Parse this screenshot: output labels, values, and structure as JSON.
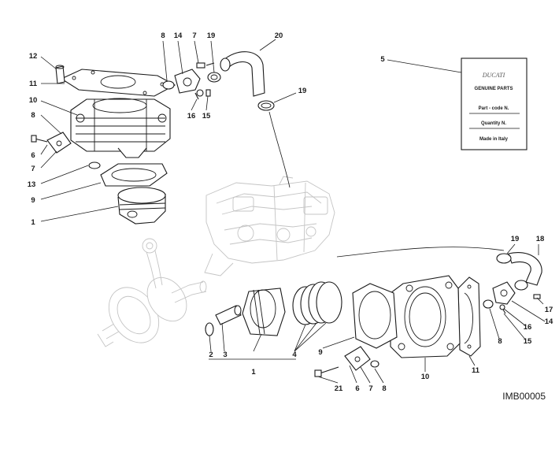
{
  "diagram": {
    "drawing_code": "IMB00005",
    "tag": {
      "brand": "DUCATI",
      "lines": [
        "GENUINE PARTS",
        "Part - code N.",
        "Quantity N.",
        "Made in Italy"
      ]
    },
    "callouts": [
      {
        "id": "c12",
        "text": "12"
      },
      {
        "id": "c11",
        "text": "11"
      },
      {
        "id": "c10",
        "text": "10"
      },
      {
        "id": "c8a",
        "text": "8"
      },
      {
        "id": "c6a",
        "text": "6"
      },
      {
        "id": "c7a",
        "text": "7"
      },
      {
        "id": "c13",
        "text": "13"
      },
      {
        "id": "c9a",
        "text": "9"
      },
      {
        "id": "c1a",
        "text": "1"
      },
      {
        "id": "c8b",
        "text": "8"
      },
      {
        "id": "c14a",
        "text": "14"
      },
      {
        "id": "c7b",
        "text": "7"
      },
      {
        "id": "c19a",
        "text": "19"
      },
      {
        "id": "c16a",
        "text": "16"
      },
      {
        "id": "c15a",
        "text": "15"
      },
      {
        "id": "c20",
        "text": "20"
      },
      {
        "id": "c19b",
        "text": "19"
      },
      {
        "id": "c5",
        "text": "5"
      },
      {
        "id": "c19c",
        "text": "19"
      },
      {
        "id": "c18",
        "text": "18"
      },
      {
        "id": "c17",
        "text": "17"
      },
      {
        "id": "c14b",
        "text": "14"
      },
      {
        "id": "c16b",
        "text": "16"
      },
      {
        "id": "c15b",
        "text": "15"
      },
      {
        "id": "c8c",
        "text": "8"
      },
      {
        "id": "c11b",
        "text": "11"
      },
      {
        "id": "c10b",
        "text": "10"
      },
      {
        "id": "c9b",
        "text": "9"
      },
      {
        "id": "c2",
        "text": "2"
      },
      {
        "id": "c3",
        "text": "3"
      },
      {
        "id": "c1b",
        "text": "1"
      },
      {
        "id": "c4",
        "text": "4"
      },
      {
        "id": "c21",
        "text": "21"
      },
      {
        "id": "c6b",
        "text": "6"
      },
      {
        "id": "c7c",
        "text": "7"
      },
      {
        "id": "c8d",
        "text": "8"
      }
    ]
  }
}
